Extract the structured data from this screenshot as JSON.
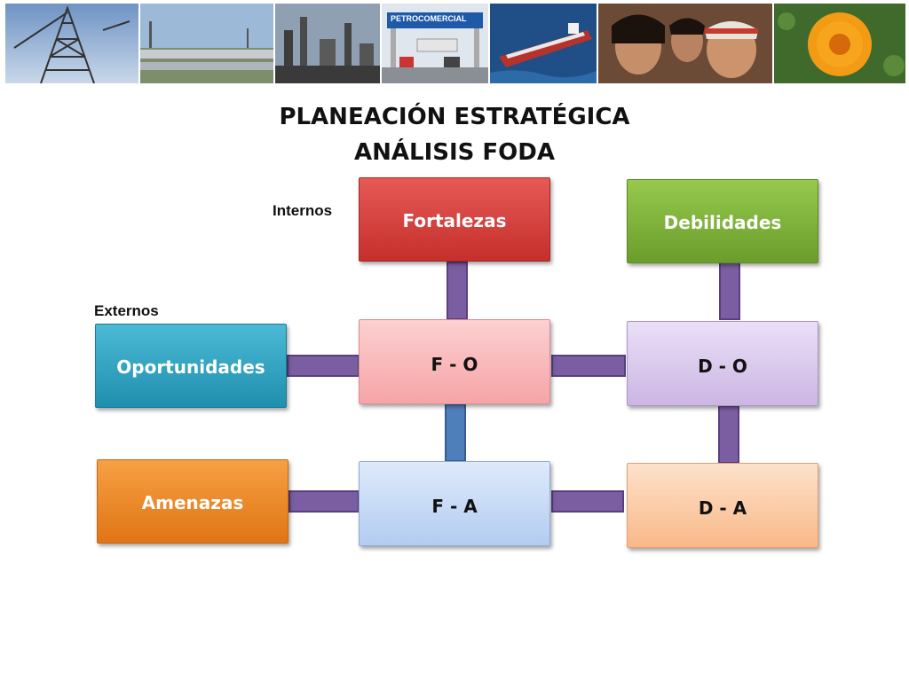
{
  "title": {
    "line1": "PLANEACIÓN ESTRATÉGICA",
    "line2": "ANÁLISIS FODA"
  },
  "axis_labels": {
    "internos": "Internos",
    "externos": "Externos"
  },
  "banner": {
    "photos": [
      "oil-rig-photo",
      "pipeline-photo",
      "refinery-photo",
      "gas-station-photo",
      "tanker-ship-photo",
      "indigenous-children-photo",
      "flower-photo"
    ],
    "station_sign": "PETROCOMERCIAL"
  },
  "boxes": {
    "fortalezas": "Fortalezas",
    "debilidades": "Debilidades",
    "oportunidades": "Oportunidades",
    "amenazas": "Amenazas",
    "fo": "F - O",
    "do": "D - O",
    "fa": "F - A",
    "da": "D - A"
  },
  "colors": {
    "fortalezas": "#d9413e",
    "debilidades": "#7fb23a",
    "oportunidades": "#2fa3c2",
    "amenazas": "#ee8a25",
    "fo": "#f9b9bb",
    "do": "#d9c9ec",
    "fa": "#c8dcf6",
    "da": "#fbcca5",
    "connector": "#7b5ea2",
    "connector_blue": "#4f7fba"
  }
}
